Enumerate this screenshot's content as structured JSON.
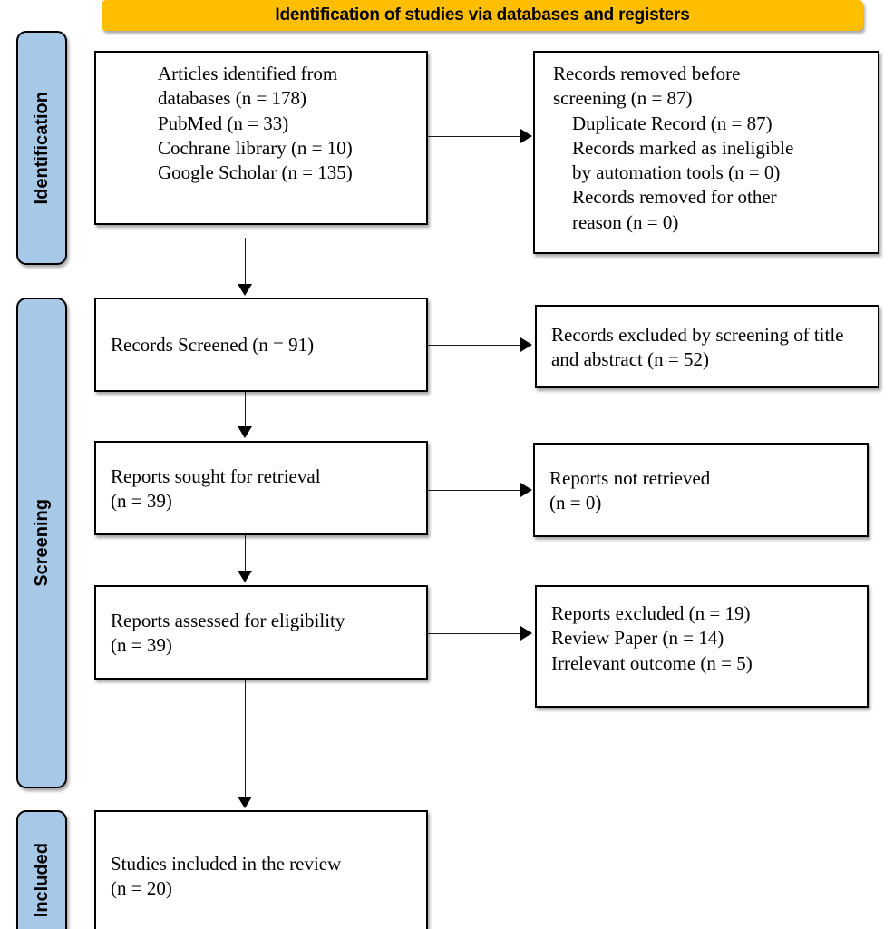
{
  "banner": {
    "label": "Identification of studies via databases and registers",
    "color": "#FFBF00"
  },
  "stages": [
    {
      "id": "identification",
      "label": "Identification",
      "color": "#A8C8E8"
    },
    {
      "id": "screening",
      "label": "Screening",
      "color": "#A8C8E8"
    },
    {
      "id": "included",
      "label": "Included",
      "color": "#A8C8E8"
    }
  ],
  "nodes": {
    "identified": {
      "text": "Articles identified from\ndatabases (n = 178)\nPubMed (n = 33)\nCochrane library (n = 10)\nGoogle Scholar (n = 135)"
    },
    "removed": {
      "text": "Records removed before\nscreening (n = 87)\n    Duplicate Record (n = 87)\n    Records marked as ineligible\n    by automation tools (n = 0)\n    Records removed for other\n    reason (n = 0)"
    },
    "screened": {
      "text": "Records Screened (n = 91)"
    },
    "excluded_screening": {
      "text": "Records excluded by screening of title\nand abstract (n = 52)"
    },
    "sought": {
      "text": "Reports sought for retrieval\n(n = 39)"
    },
    "not_retrieved": {
      "text": "Reports not retrieved\n(n = 0)"
    },
    "assessed": {
      "text": "Reports assessed for eligibility\n(n = 39)"
    },
    "reports_excluded": {
      "text": "Reports excluded (n = 19)\nReview Paper (n = 14)\nIrrelevant outcome (n = 5)"
    },
    "included_studies": {
      "text": "Studies included in the review\n(n = 20)"
    }
  },
  "chart_data": {
    "type": "diagram",
    "title": "Identification of studies via databases and registers",
    "counts": {
      "records_identified_total": 178,
      "pubmed": 33,
      "cochrane_library": 10,
      "google_scholar": 135,
      "records_removed_before_screening": 87,
      "duplicate_records": 87,
      "marked_ineligible_by_automation": 0,
      "removed_other_reason": 0,
      "records_screened": 91,
      "records_excluded_by_title_abstract": 52,
      "reports_sought_for_retrieval": 39,
      "reports_not_retrieved": 0,
      "reports_assessed_for_eligibility": 39,
      "reports_excluded_total": 19,
      "review_paper_excluded": 14,
      "irrelevant_outcome_excluded": 5,
      "studies_included_in_review": 20
    }
  }
}
